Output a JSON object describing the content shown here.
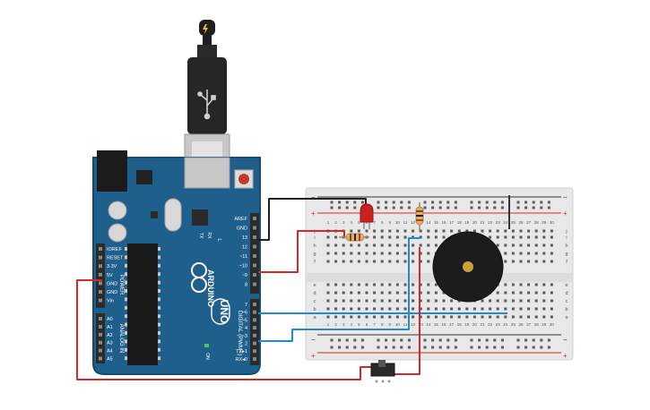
{
  "arduino": {
    "brand": "ARDUINO",
    "model": "UNO",
    "on_label": "ON",
    "digital_label": "DIGITAL (PWM~)",
    "power_label": "POWER",
    "analog_label": "ANALOG IN",
    "l_label": "L",
    "tx_label": "TX",
    "rx_label": "RX",
    "power_pins": [
      "IOREF",
      "RESET",
      "3.3V",
      "5V",
      "GND",
      "GND",
      "Vin"
    ],
    "analog_pins": [
      "A0",
      "A1",
      "A2",
      "A3",
      "A4",
      "A5"
    ],
    "digital_top": [
      "AREF",
      "GND",
      "13",
      "12",
      "~11",
      "~10",
      "~9",
      "8"
    ],
    "digital_bottom": [
      "7",
      "~6",
      "~5",
      "4",
      "~3",
      "2",
      "TX▸1",
      "RX◂0"
    ],
    "colors": {
      "board": "#1f5f8b",
      "board_edge": "#174a6e",
      "header": "#2b2b2b",
      "chip": "#222222"
    }
  },
  "breadboard": {
    "row_letters_top": [
      "j",
      "i",
      "h",
      "g",
      "f"
    ],
    "row_letters_bottom": [
      "e",
      "d",
      "c",
      "b",
      "a"
    ],
    "column_numbers": [
      "1",
      "2",
      "3",
      "4",
      "5",
      "6",
      "7",
      "8",
      "9",
      "10",
      "11",
      "12",
      "13",
      "14",
      "15",
      "16",
      "17",
      "18",
      "19",
      "20",
      "21",
      "22",
      "23",
      "24",
      "25",
      "26",
      "27",
      "28",
      "29",
      "30"
    ],
    "rail_plus": "+",
    "rail_minus": "−"
  },
  "components": {
    "led_color": "#cc1f1f",
    "buzzer_color": "#1c1c1c",
    "resistor_color": "#d9b26a",
    "usb_icon": "usb-icon",
    "power_icon": "bolt-icon"
  },
  "wires": {
    "red": "#d62828",
    "black": "#222222",
    "blue": "#1f8ad1"
  }
}
